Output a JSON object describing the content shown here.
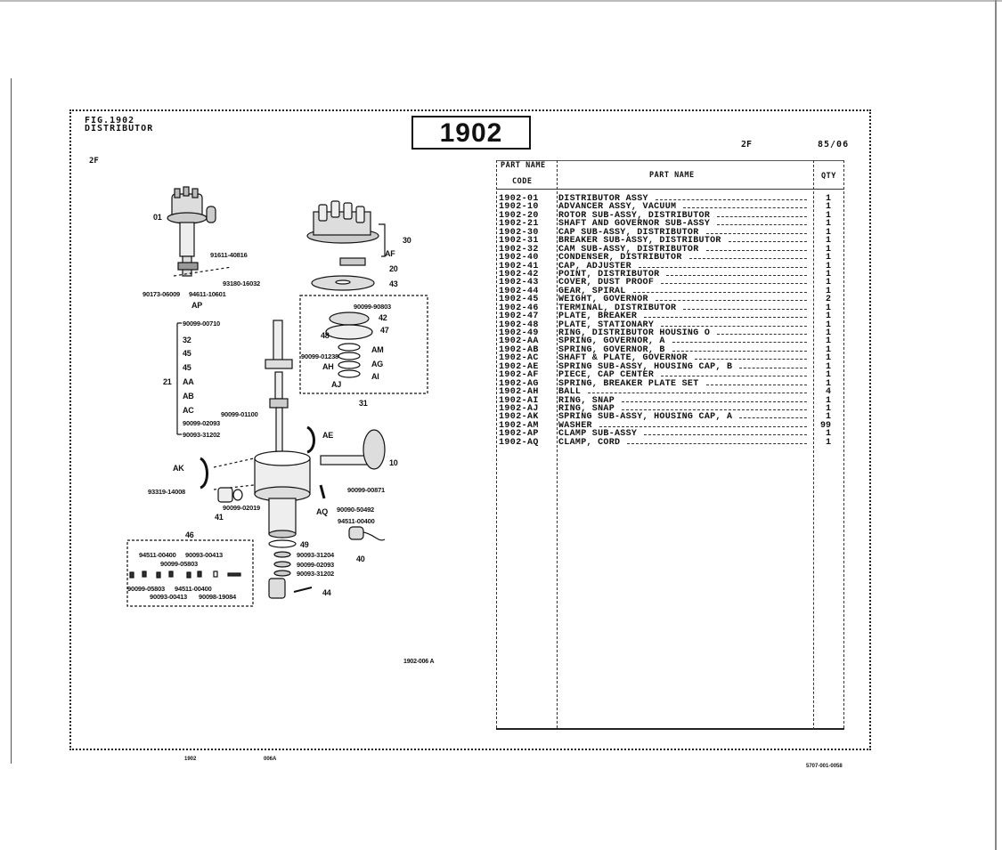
{
  "header": {
    "fig_number": "FIG.1902",
    "fig_title": "DISTRIBUTOR",
    "model_left": "2F",
    "fig_box": "1902",
    "model_right": "2F",
    "date": "85/06"
  },
  "table": {
    "col_code_line1": "PART NAME",
    "col_code_line2": "CODE",
    "col_name": "PART  NAME",
    "col_qty": "QTY",
    "rows": [
      {
        "code": "1902-01",
        "name": "DISTRIBUTOR ASSY",
        "qty": "1"
      },
      {
        "code": "1902-10",
        "name": "ADVANCER ASSY, VACUUM",
        "qty": "1"
      },
      {
        "code": "1902-20",
        "name": "ROTOR SUB-ASSY, DISTRIBUTOR",
        "qty": "1"
      },
      {
        "code": "1902-21",
        "name": "SHAFT AND GOVERNOR SUB-ASSY",
        "qty": "1"
      },
      {
        "code": "1902-30",
        "name": "CAP SUB-ASSY, DISTRIBUTOR",
        "qty": "1"
      },
      {
        "code": "1902-31",
        "name": "BREAKER SUB-ASSY, DISTRIBUTOR",
        "qty": "1"
      },
      {
        "code": "1902-32",
        "name": "CAM SUB-ASSY, DISTRIBUTOR",
        "qty": "1"
      },
      {
        "code": "1902-40",
        "name": "CONDENSER, DISTRIBUTOR",
        "qty": "1"
      },
      {
        "code": "1902-41",
        "name": "CAP, ADJUSTER",
        "qty": "1"
      },
      {
        "code": "1902-42",
        "name": "POINT, DISTRIBUTOR",
        "qty": "1"
      },
      {
        "code": "1902-43",
        "name": "COVER, DUST PROOF",
        "qty": "1"
      },
      {
        "code": "1902-44",
        "name": "GEAR, SPIRAL",
        "qty": "1"
      },
      {
        "code": "1902-45",
        "name": "WEIGHT, GOVERNOR",
        "qty": "2"
      },
      {
        "code": "1902-46",
        "name": "TERMINAL, DISTRIBUTOR",
        "qty": "1"
      },
      {
        "code": "1902-47",
        "name": "PLATE, BREAKER",
        "qty": "1"
      },
      {
        "code": "1902-48",
        "name": "PLATE, STATIONARY",
        "qty": "1"
      },
      {
        "code": "1902-49",
        "name": "RING, DISTRIBUTOR HOUSING O",
        "qty": "1"
      },
      {
        "code": "1902-AA",
        "name": "SPRING, GOVERNOR, A",
        "qty": "1"
      },
      {
        "code": "1902-AB",
        "name": "SPRING, GOVERNOR, B",
        "qty": "1"
      },
      {
        "code": "1902-AC",
        "name": "SHAFT & PLATE, GOVERNOR",
        "qty": "1"
      },
      {
        "code": "1902-AE",
        "name": "SPRING SUB-ASSY, HOUSING CAP, B",
        "qty": "1"
      },
      {
        "code": "1902-AF",
        "name": "PIECE, CAP CENTER",
        "qty": "1"
      },
      {
        "code": "1902-AG",
        "name": "SPRING, BREAKER PLATE SET",
        "qty": "1"
      },
      {
        "code": "1902-AH",
        "name": "BALL",
        "qty": "4"
      },
      {
        "code": "1902-AI",
        "name": "RING, SNAP",
        "qty": "1"
      },
      {
        "code": "1902-AJ",
        "name": "RING, SNAP",
        "qty": "1"
      },
      {
        "code": "1902-AK",
        "name": "SPRING SUB-ASSY, HOUSING CAP, A",
        "qty": "1"
      },
      {
        "code": "1902-AM",
        "name": "WASHER",
        "qty": "99"
      },
      {
        "code": "1902-AP",
        "name": "CLAMP SUB-ASSY",
        "qty": "1"
      },
      {
        "code": "1902-AQ",
        "name": "CLAMP, CORD",
        "qty": "1"
      }
    ]
  },
  "diagram": {
    "callouts": [
      "01",
      "91611-40816",
      "93180-16032",
      "90173-06009",
      "94611-10601",
      "AP",
      "30",
      "AF",
      "20",
      "43",
      "90099-90803",
      "42",
      "47",
      "48",
      "AM",
      "90099-01238",
      "AG",
      "AH",
      "AI",
      "AJ",
      "31",
      "90099-00710",
      "32",
      "45",
      "45",
      "21",
      "AA",
      "AB",
      "AC",
      "90099-01100",
      "90099-02093",
      "90093-31202",
      "AE",
      "10",
      "AK",
      "93319-14008",
      "90099-00871",
      "90099-02019",
      "41",
      "AQ",
      "90090-50492",
      "94511-00400",
      "40",
      "46",
      "49",
      "94511-00400",
      "90093-00413",
      "90099-05803",
      "90093-31204",
      "90099-02093",
      "90093-31202",
      "90099-05803",
      "94511-00400",
      "90093-00413",
      "90098-19084",
      "44"
    ],
    "illustration_ref": "1902-006 A"
  },
  "footer": {
    "fig": "1902",
    "sheet": "006A",
    "doc_code": "5707-001-0058"
  }
}
